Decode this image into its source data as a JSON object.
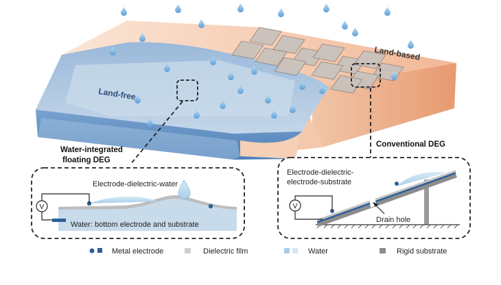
{
  "labels": {
    "land_free": "Land-free",
    "land_based": "Land-based",
    "water_integrated": "Water-integrated",
    "floating_deg": "floating DEG",
    "conventional_deg": "Conventional DEG",
    "edw": "Electrode-dielectric-water",
    "water_bottom": "Water: bottom electrode and substrate",
    "edes_line1": "Electrode-dielectric-",
    "edes_line2": "electrode-substrate",
    "drain_hole": "Drain hole",
    "voltmeter_left": "V",
    "voltmeter_right": "V"
  },
  "legend": [
    {
      "key": "metal",
      "label": "Metal electrode",
      "icon": "metal-electrode-icon"
    },
    {
      "key": "dielectric",
      "label": "Dielectric film",
      "icon": "dielectric-film-icon"
    },
    {
      "key": "water",
      "label": "Water",
      "icon": "water-icon"
    },
    {
      "key": "rigid",
      "label": "Rigid substrate",
      "icon": "rigid-substrate-icon"
    }
  ],
  "colors": {
    "water_top": "#8fb3d6",
    "water_side": "#5f8fc4",
    "land": "#f5d3bd",
    "land_side": "#eba27a",
    "raindrop": "#7fb6e4",
    "electrode": "#2f5f96",
    "dielectric": "#cfcfcf",
    "rigid": "#8c8c8c"
  }
}
